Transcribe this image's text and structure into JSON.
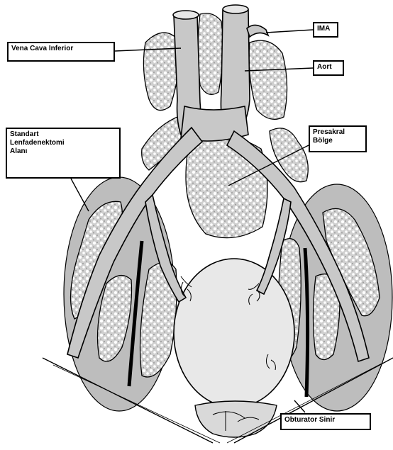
{
  "labels": {
    "vena_cava": "Vena Cava Inferior",
    "ima": "IMA",
    "aort": "Aort",
    "presakral": "Presakral\nBölge",
    "standart": "Standart\nLenfadenektomi\nAlanı",
    "obturator": "Obturator Sinir"
  },
  "colors": {
    "region_fill": "#b9b9b9",
    "node_fill": "#d2d2d2",
    "vessel_fill": "#c9c9c9",
    "bladder_fill": "#e6e6e6",
    "line": "#000000"
  }
}
